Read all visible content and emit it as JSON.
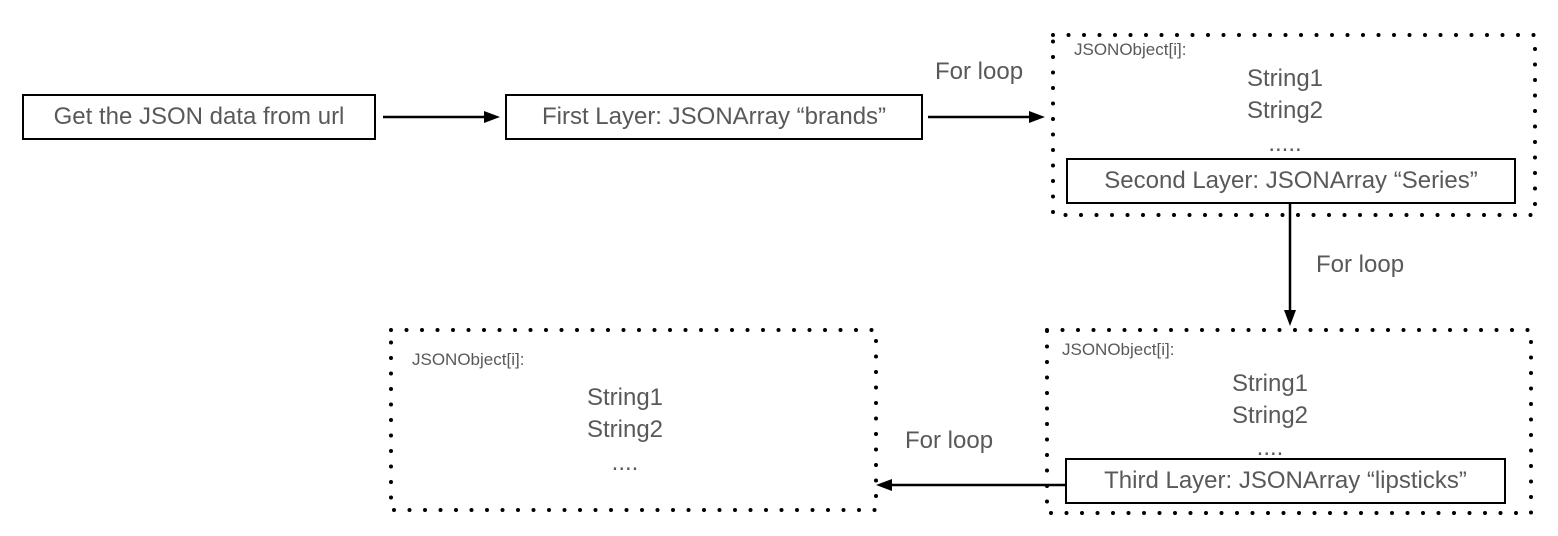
{
  "nodes": {
    "start": {
      "label": "Get the JSON data from url"
    },
    "first_layer": {
      "label": "First Layer: JSONArray “brands”"
    },
    "object1": {
      "title": "JSONObject[i]:",
      "strings": [
        "String1",
        "String2"
      ],
      "ellipsis": ".....",
      "inner": {
        "label": "Second Layer: JSONArray “Series”"
      }
    },
    "object2": {
      "title": "JSONObject[i]:",
      "strings": [
        "String1",
        "String2"
      ],
      "ellipsis": "....",
      "inner": {
        "label": "Third Layer: JSONArray “lipsticks”"
      }
    },
    "object3": {
      "title": "JSONObject[i]:",
      "strings": [
        "String1",
        "String2"
      ],
      "ellipsis": "...."
    }
  },
  "edges": {
    "loop1": {
      "label": "For loop"
    },
    "loop2": {
      "label": "For loop"
    },
    "loop3": {
      "label": "For loop"
    }
  },
  "colors": {
    "line": "#000000",
    "text": "#595959"
  }
}
